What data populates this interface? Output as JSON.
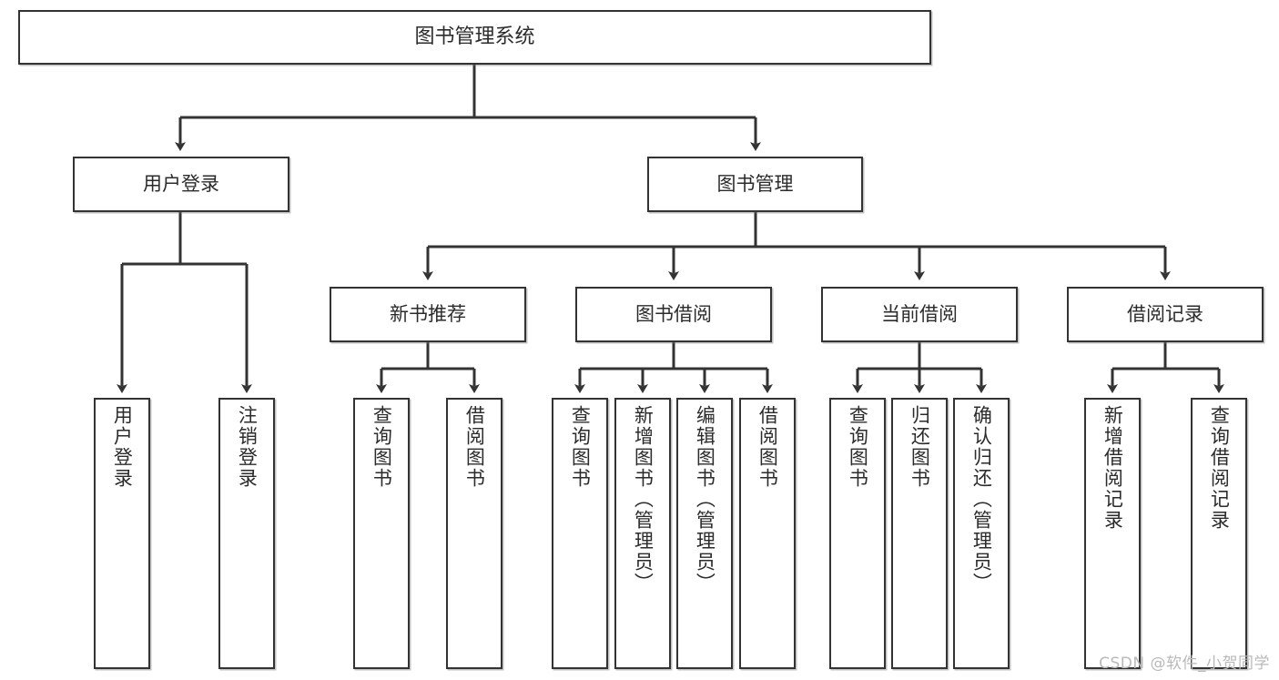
{
  "diagram": {
    "title": "图书管理系统",
    "type": "tree-hierarchy-diagram",
    "root": {
      "id": "root",
      "label": "图书管理系统"
    },
    "level2": [
      {
        "id": "user-login",
        "label": "用户登录"
      },
      {
        "id": "book-management",
        "label": "图书管理"
      }
    ],
    "level3": [
      {
        "id": "new-book-recommend",
        "label": "新书推荐"
      },
      {
        "id": "book-borrow",
        "label": "图书借阅"
      },
      {
        "id": "current-borrow",
        "label": "当前借阅"
      },
      {
        "id": "borrow-record",
        "label": "借阅记录"
      }
    ],
    "leaves": {
      "user_login": [
        {
          "id": "leaf-user-login",
          "label": "用户登录"
        },
        {
          "id": "leaf-logout-login",
          "label": "注销登录"
        }
      ],
      "new_book_recommend": [
        {
          "id": "leaf-query-book-1",
          "label": "查询图书"
        },
        {
          "id": "leaf-borrow-book-1",
          "label": "借阅图书"
        }
      ],
      "book_borrow": [
        {
          "id": "leaf-query-book-2",
          "label": "查询图书"
        },
        {
          "id": "leaf-add-book",
          "label": "新增图书（管理员）"
        },
        {
          "id": "leaf-edit-book",
          "label": "编辑图书（管理员）"
        },
        {
          "id": "leaf-borrow-book-2",
          "label": "借阅图书"
        }
      ],
      "current_borrow": [
        {
          "id": "leaf-query-book-3",
          "label": "查询图书"
        },
        {
          "id": "leaf-return-book",
          "label": "归还图书"
        },
        {
          "id": "leaf-confirm-return",
          "label": "确认归还（管理员）"
        }
      ],
      "borrow_record": [
        {
          "id": "leaf-add-borrow-record",
          "label": "新增借阅记录"
        },
        {
          "id": "leaf-query-borrow-record",
          "label": "查询借阅记录"
        }
      ]
    },
    "colors": {
      "background": "#ffffff",
      "box_fill": "#ffffff",
      "box_stroke": "#333333",
      "text": "#2b2b2b",
      "edge": "#333333",
      "watermark": "#b9b9b9"
    }
  },
  "watermark": {
    "text": "CSDN @软件_小贺同学"
  }
}
